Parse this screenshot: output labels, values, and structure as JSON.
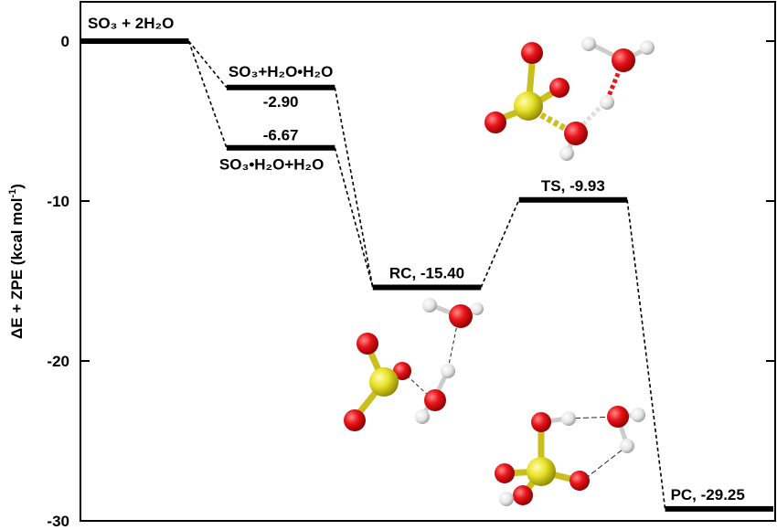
{
  "chart_data": {
    "type": "line",
    "ylabel": "ΔE + ZPE (kcal mol",
    "ylabel_sup": "-1",
    "ylim": [
      -30,
      2
    ],
    "yticks": [
      0,
      -10,
      -20,
      -30
    ],
    "ytick_labels": [
      "0",
      "-10",
      "-20",
      "-30"
    ],
    "levels": [
      {
        "id": "reactants",
        "value": 0,
        "value_label": "",
        "label": "SO₃ + 2H₂O",
        "x0": 0.0,
        "x1": 1.0
      },
      {
        "id": "so3-dimer",
        "value": -2.9,
        "value_label": "-2.90",
        "label": "SO₃+H₂O•H₂O",
        "x0": 1.35,
        "x1": 2.35
      },
      {
        "id": "so3h2o",
        "value": -6.67,
        "value_label": "-6.67",
        "label": "SO₃•H₂O+H₂O",
        "x0": 1.35,
        "x1": 2.35
      },
      {
        "id": "rc",
        "value": -15.4,
        "value_label": "",
        "label": "RC, -15.40",
        "x0": 2.7,
        "x1": 3.7
      },
      {
        "id": "ts",
        "value": -9.93,
        "value_label": "",
        "label": "TS, -9.93",
        "x0": 4.05,
        "x1": 5.05
      },
      {
        "id": "pc",
        "value": -29.25,
        "value_label": "",
        "label": "PC, -29.25",
        "x0": 5.4,
        "x1": 6.4
      }
    ],
    "connections": [
      [
        "reactants",
        "so3-dimer"
      ],
      [
        "reactants",
        "so3h2o"
      ],
      [
        "so3-dimer",
        "rc"
      ],
      [
        "so3h2o",
        "rc"
      ],
      [
        "rc",
        "ts"
      ],
      [
        "ts",
        "pc"
      ]
    ],
    "xlim": [
      0,
      6.4
    ],
    "colors": {
      "oxygen": "#e8141a",
      "sulfur": "#e8e22a",
      "hydrogen": "#ececec",
      "line": "#000000"
    }
  }
}
